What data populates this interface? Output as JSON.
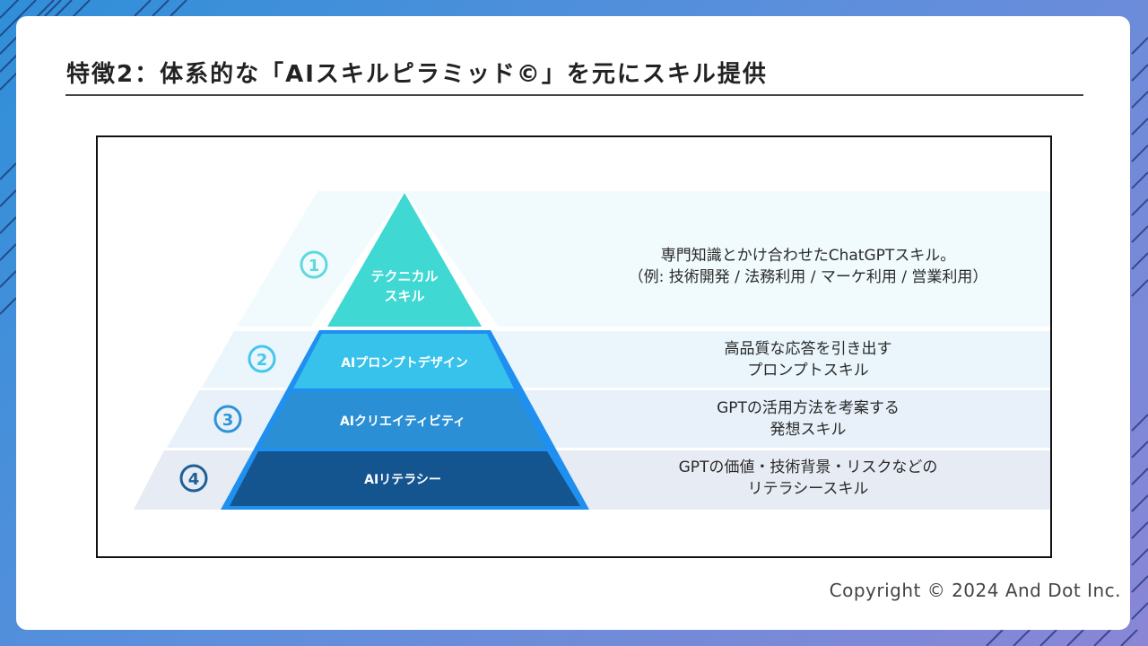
{
  "title": "特徴2：体系的な「AIスキルピラミッド©」を元にスキル提供",
  "copyright": "Copyright © 2024 And Dot Inc.",
  "pyramid": {
    "levels": [
      {
        "number": "1",
        "label_lines": [
          "テクニカル",
          "スキル"
        ],
        "description_lines": [
          "専門知識とかけ合わせたChatGPTスキル。",
          "（例: 技術開発 / 法務利用 / マーケ利用 / 営業利用）"
        ],
        "color": "#3fd8d3",
        "band_color": "#f1fbfd",
        "number_color": "#5fd8de"
      },
      {
        "number": "2",
        "label_lines": [
          "AIプロンプトデザイン"
        ],
        "description_lines": [
          "高品質な応答を引き出す",
          "プロンプトスキル"
        ],
        "color": "#36c2ea",
        "band_color": "#eaf6fb",
        "number_color": "#45c6ee"
      },
      {
        "number": "3",
        "label_lines": [
          "AIクリエイティビティ"
        ],
        "description_lines": [
          "GPTの活用方法を考案する",
          "発想スキル"
        ],
        "color": "#2a8fd4",
        "band_color": "#e8f1f9",
        "number_color": "#2f93d6"
      },
      {
        "number": "4",
        "label_lines": [
          "AIリテラシー"
        ],
        "description_lines": [
          "GPTの価値・技術背景・リスクなどの",
          "リテラシースキル"
        ],
        "color": "#14558f",
        "band_color": "#e7ecf4",
        "number_color": "#1f5f96"
      }
    ]
  }
}
